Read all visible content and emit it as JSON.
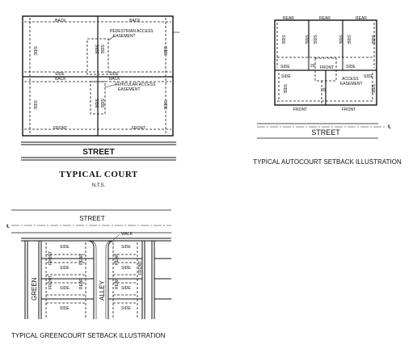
{
  "court": {
    "title": "TYPICAL  COURT",
    "scale": "N.T.S.",
    "street": "STREET",
    "back": "BACK",
    "side": "SIDE",
    "front": "FRONT",
    "pedestrian": [
      "PEDESTRIAN ACCESS",
      "EASEMENT"
    ],
    "vehicular": [
      "VEHICULAR ACCESS",
      "EASEMENT"
    ]
  },
  "autocourt": {
    "caption": "TYPICAL AUTOCOURT SETBACK ILLUSTRATION",
    "street": "STREET",
    "rear": "REAR",
    "side": "SIDE",
    "front": "FRONT",
    "dim": "20'",
    "access": [
      "ACCESS",
      "EASEMENT"
    ],
    "centerline": "℄"
  },
  "greencourt": {
    "caption": "TYPICAL GREENCOURT SETBACK ILLUSTRATION",
    "street": "STREET",
    "walk": "WALK",
    "green": "GREEN",
    "alley": "ALLEY",
    "side": "SIDE",
    "front": "FRONT",
    "rear": "REAR",
    "centerline": "℄"
  }
}
